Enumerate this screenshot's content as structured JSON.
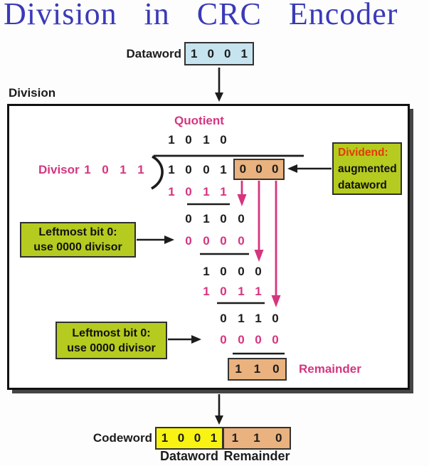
{
  "title": "Division in CRC Encoder",
  "colors": {
    "title_blue": "#3a3ab8",
    "pink": "#d5357f",
    "green": "#b5cb1f",
    "tan": "#e9b27e",
    "yellow": "#f8f312",
    "light_blue": "#c6e4ef",
    "red": "#e23a05",
    "ink": "#1c1c1c"
  },
  "top": {
    "label": "Dataword",
    "digits": [
      "1",
      "0",
      "0",
      "1"
    ]
  },
  "division": {
    "label": "Division",
    "quotient_label": "Quotient",
    "quotient": [
      "1",
      "0",
      "1",
      "0"
    ],
    "divisor_label": "Divisor",
    "divisor": [
      "1",
      "0",
      "1",
      "1"
    ],
    "dividend_left": [
      "1",
      "0",
      "0",
      "1"
    ],
    "dividend_augmented": [
      "0",
      "0",
      "0"
    ],
    "dividend_note": {
      "line1": "Dividend:",
      "line2": "augmented",
      "line3": "dataword"
    },
    "rows": [
      [
        "1",
        "0",
        "1",
        "1"
      ],
      [
        "0",
        "1",
        "0",
        "0"
      ],
      [
        "0",
        "0",
        "0",
        "0"
      ],
      [
        "1",
        "0",
        "0",
        "0"
      ],
      [
        "1",
        "0",
        "1",
        "1"
      ],
      [
        "0",
        "1",
        "1",
        "0"
      ],
      [
        "0",
        "0",
        "0",
        "0"
      ]
    ],
    "note1": {
      "line1": "Leftmost bit 0:",
      "line2": "use 0000 divisor"
    },
    "note2": {
      "line1": "Leftmost bit 0:",
      "line2": "use 0000 divisor"
    },
    "remainder": [
      "1",
      "1",
      "0"
    ],
    "remainder_label": "Remainder"
  },
  "bottom": {
    "label": "Codeword",
    "dataword_digits": [
      "1",
      "0",
      "0",
      "1"
    ],
    "remainder_digits": [
      "1",
      "1",
      "0"
    ],
    "dataword_label": "Dataword",
    "remainder_label": "Remainder"
  }
}
